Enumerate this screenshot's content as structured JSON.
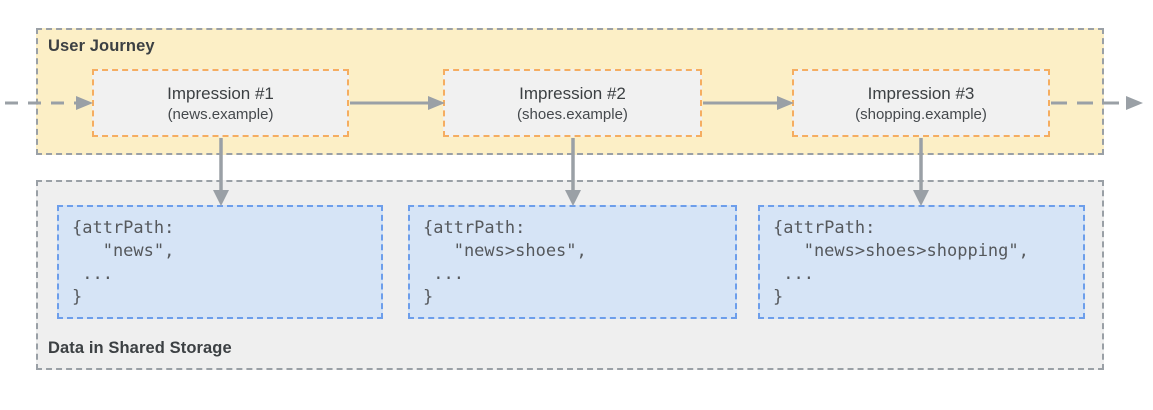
{
  "journey": {
    "label": "User Journey",
    "impressions": [
      {
        "title": "Impression #1",
        "domain": "(news.example)"
      },
      {
        "title": "Impression #2",
        "domain": "(shoes.example)"
      },
      {
        "title": "Impression #3",
        "domain": "(shopping.example)"
      }
    ]
  },
  "storage": {
    "label": "Data in Shared Storage",
    "entries": [
      {
        "lines": [
          "{attrPath:",
          "   \"news\",",
          " ...",
          "}"
        ]
      },
      {
        "lines": [
          "{attrPath:",
          "   \"news>shoes\",",
          " ...",
          "}"
        ]
      },
      {
        "lines": [
          "{attrPath:",
          "   \"news>shoes>shopping\",",
          " ...",
          "}"
        ]
      }
    ]
  },
  "colors": {
    "journey_fill": "#fcefc6",
    "journey_item_border": "#f5ad61",
    "storage_fill": "#efefef",
    "entry_fill": "#d6e4f6",
    "entry_border": "#6d9eeb",
    "panel_border": "#9aa0a6",
    "arrow": "#9aa0a6",
    "text_dark": "#3c4043",
    "code_text": "#55585c"
  }
}
